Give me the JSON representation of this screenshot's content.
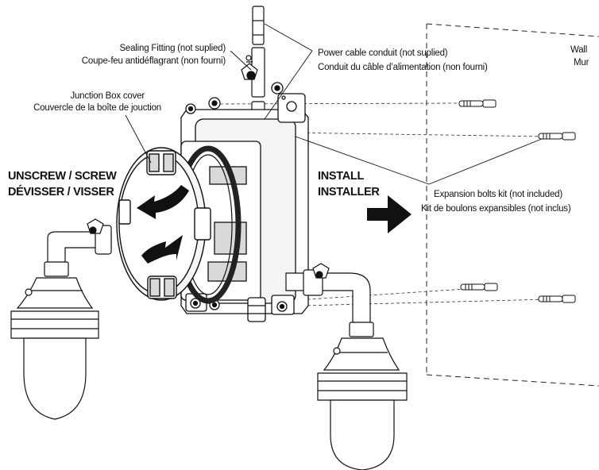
{
  "labels": {
    "sealing_fitting_en": "Sealing Fitting (not suplied)",
    "sealing_fitting_fr": "Coupe-feu antidéflagrant (non fourni)",
    "junction_cover_en": "Junction Box cover",
    "junction_cover_fr": "Couvercle de la boîte de jouction",
    "power_conduit_en": "Power cable conduit (not suplied)",
    "power_conduit_fr": "Conduit du câble d’alimentation (non fourni)",
    "wall_en": "Wall",
    "wall_fr": "Mur",
    "unscrew_en": "UNSCREW / SCREW",
    "unscrew_fr": "DÉVISSER / VISSER",
    "install_en": "INSTALL",
    "install_fr": "INSTALLER",
    "bolts_en": "Expansion bolts kit (not included)",
    "bolts_fr": "Kit de boulons expansibles (not inclus)"
  },
  "colors": {
    "line": "#111111",
    "fill_light": "#ffffff",
    "fill_grey": "#d9d9d9",
    "arrow": "#111111"
  },
  "icons": {
    "rotate": "curved-arrow-icon",
    "install": "right-arrow-icon"
  }
}
